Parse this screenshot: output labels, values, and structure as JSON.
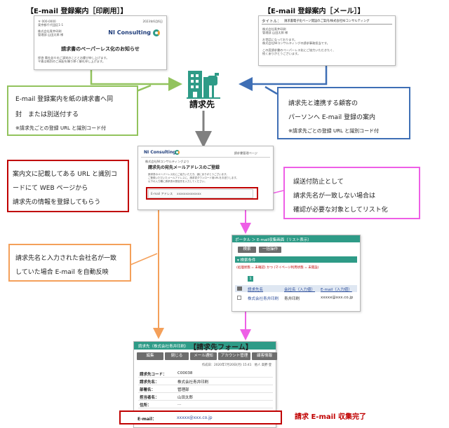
{
  "print_doc": {
    "heading": "【E-mail 登録案内［印刷用］】",
    "postal": "〒 000-0000",
    "addr": "東京都千代田区1-1",
    "company": "株式会社青井印刷",
    "person": "管理部 山田太郎 様",
    "date": "2023年6月6日",
    "brand": "NI Consulting",
    "title": "請求書のペーパーレス化のお知らせ",
    "body1": "拝啓 貴社益々のご清栄のこととお慶び申し上げます。",
    "body2": "平素は格別のご高配を賜り厚く御礼申し上げます。"
  },
  "mail_doc": {
    "heading": "【E-mail 登録案内［メール］】",
    "title_label": "タイトル：",
    "title_value": "請求書電子化ページ開設のご案内/株式会社NIコンサルティング",
    "line1": "株式会社青井印刷",
    "line2": "管理部 山田太郎 様",
    "line3": "お世話になっております。",
    "line4": "株式会社NIコンサルティングの請求事務担当です。",
    "line5": "この度請求書のペーパーレス化にご協力いただきたく、",
    "line6": "続くありがとうございます。"
  },
  "center": {
    "icon": "building-mail-icon",
    "label": "請求先"
  },
  "callout_green": {
    "line1": "E-mail 登録案内を紙の請求書へ同",
    "line2": "封　または別送付する",
    "note": "※請求先ごとの登録 URL と識別コード付"
  },
  "callout_blue": {
    "line1": "請求先と連携する顧客の",
    "line2": "パーソンへ E-mail 登録の案内",
    "note": "※請求先ごとの登録 URL と識別コード付"
  },
  "web_form": {
    "brand": "NI Consulting",
    "top_right": "請求書管理ページ",
    "company": "株式会社NIコンサルティングより",
    "title": "請求先の宛先メールアドレスのご登録",
    "text1": "請求書のペーパーレス化にご協力いただき、誠にありがとうございます。",
    "text2": "ご登録いただいたメールアドレスに、請求書ダウンロード用URLをお送りします。",
    "text3": "以下の入力欄に請求書の受信先を入力してください。",
    "email_label": "E-mail アドレス",
    "email_value": "xxxxxxxxxxxxxx"
  },
  "callout_red": {
    "line1": "案内文に記載してある URL と識別コ",
    "line2": "ードにて WEB ページから",
    "line3": "請求先の情報を登録してもらう"
  },
  "callout_pink": {
    "line1": "誤送付防止として",
    "line2": "請求先名が一致しない場合は",
    "line3": "確認が必要な対象としてリスト化"
  },
  "callout_orange": {
    "line1": "請求先名と入力された会社名が一致",
    "line2": "していた場合 E-mail を自動反映"
  },
  "list_window": {
    "bar": "ポータル ＞ E-mail収集画面（リスト表示）",
    "btn1": "検索",
    "btn2": "一括操作",
    "section": "▾ 検索条件",
    "condition": "(処理状態 = 未確認) かつ (マイページ利用状態 = 未開設)",
    "pager": "1",
    "col1": "請求先名",
    "col2": "会社名（入力値）",
    "col3": "E-mail（入力値）",
    "cell1": "株式会社青井印刷",
    "cell2": "青井印刷",
    "cell3": "xxxxx@xxx.co.jp"
  },
  "record_window": {
    "bar": "請求先（株式会社青井印刷）",
    "overlay_title": "【請求先フォーム】",
    "buttons": [
      "編集",
      "閉じる",
      "メール通知",
      "アカウント管理",
      "顧客情報"
    ],
    "meta": "作成日：2020年7月20日(月) 15:41　他人 高野 登",
    "rows": [
      {
        "label": "請求先コード：",
        "value": "C00038"
      },
      {
        "label": "請求先名：",
        "value": "株式会社青井印刷"
      },
      {
        "label": "部署名：",
        "value": "管理部"
      },
      {
        "label": "担当者名：",
        "value": "山田太郎"
      },
      {
        "label": "住所：",
        "value": "..."
      }
    ],
    "email_label": "E-mail：",
    "email_value": "xxxxx@xxx.co.jp"
  },
  "complete_label": "請求 E-mail 収集完了",
  "colors": {
    "green": "#92c35d",
    "blue": "#3f6fb5",
    "red": "#c00000",
    "pink": "#ee5fe6",
    "orange": "#f4a05a",
    "gray_arrow": "#808080",
    "teal": "#2e9b87"
  }
}
